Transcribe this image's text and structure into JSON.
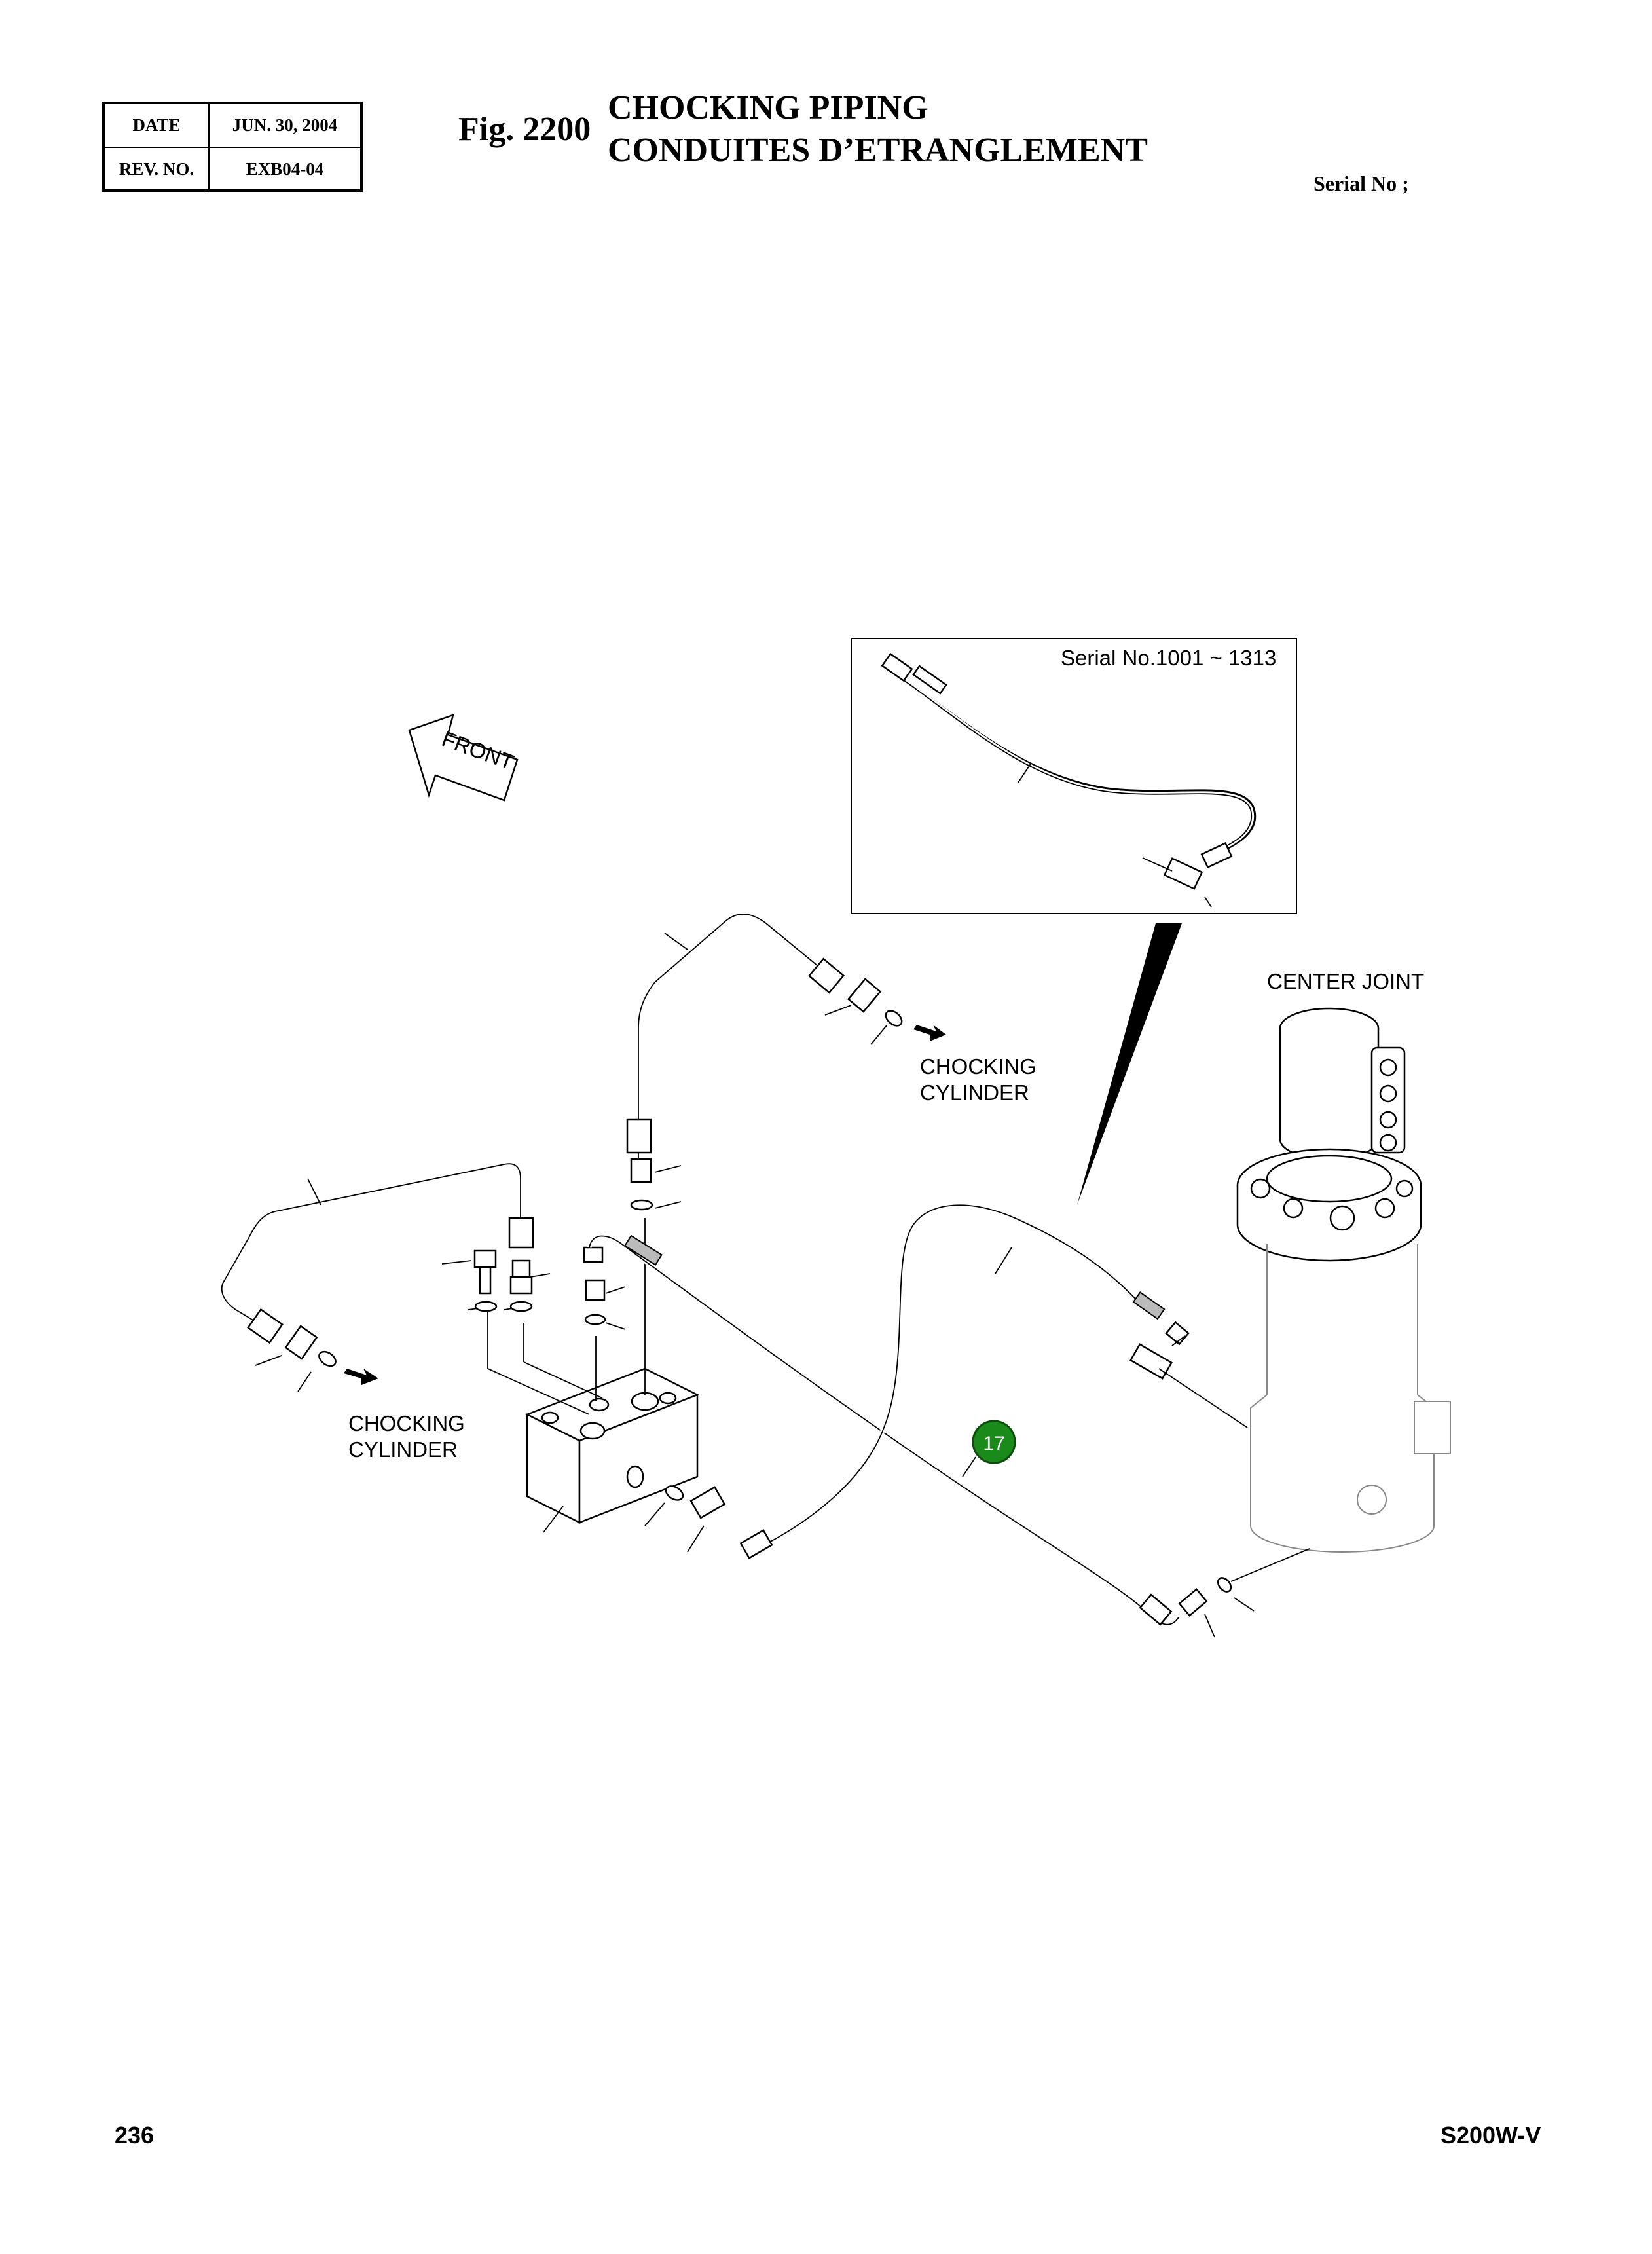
{
  "header": {
    "date_label": "DATE",
    "date_value": "JUN. 30, 2004",
    "rev_label": "REV. NO.",
    "rev_value": "EXB04-04",
    "fig_number": "Fig. 2200",
    "title_en": "CHOCKING PIPING",
    "title_fr": "CONDUITES D’ETRANGLEMENT",
    "serial_label": "Serial No ;"
  },
  "diagram": {
    "front_label": "FRONT",
    "inset_serial": "Serial No.1001 ~ 1313",
    "center_joint": "CENTER JOINT",
    "cylinder_right_1": "CHOCKING",
    "cylinder_right_2": "CYLINDER",
    "cylinder_left_1": "CHOCKING",
    "cylinder_left_2": "CYLINDER",
    "callout_number": "17",
    "callout_color": "#1a8a1a"
  },
  "footer": {
    "page_number": "236",
    "model": "S200W-V"
  }
}
